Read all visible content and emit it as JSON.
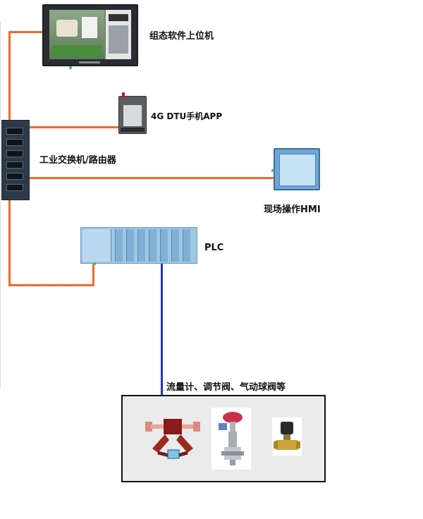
{
  "diagram": {
    "labels": {
      "scada_software": "组态软件上位机",
      "dtu_app": "4G DTU手机APP",
      "industrial_switch": "工业交换机/路由器",
      "field_hmi": "现场操作HMI",
      "plc": "PLC",
      "field_devices": "流量计、调节阀、气动球阀等"
    },
    "colors": {
      "ethernet_wire": "#ec6a2d",
      "fieldbus_wire": "#2035c8"
    }
  }
}
